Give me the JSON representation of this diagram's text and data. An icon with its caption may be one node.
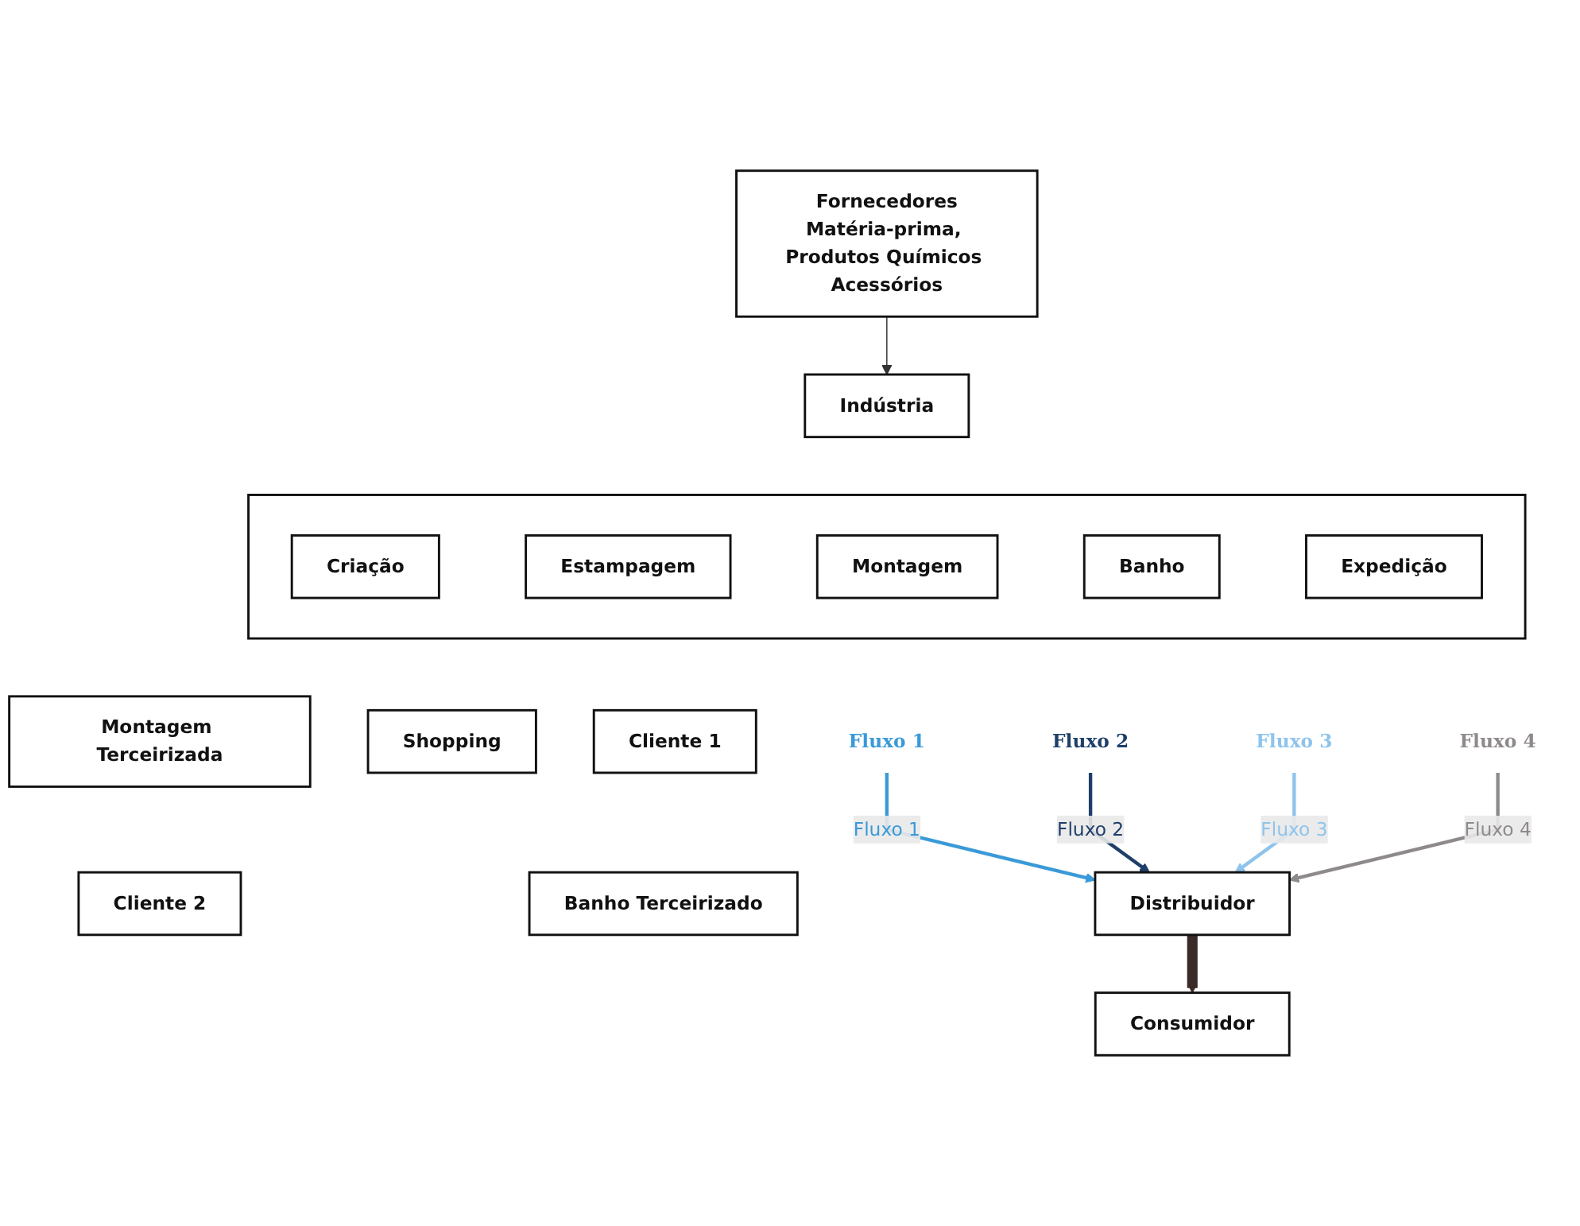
{
  "diagram": {
    "nodes": [
      {
        "text": [
          "Fornecedores",
          "Matéria-prima, Produtos Químicos Acessórios"
        ]
      },
      {
        "text": [
          "Indústria"
        ]
      },
      {
        "text": [],
        "shape": "box"
      },
      {
        "text": [
          "Criação"
        ],
        "in": 2
      },
      {
        "text": [
          "Estampagem"
        ],
        "in": 2
      },
      {
        "text": [
          "Montagem"
        ],
        "in": 2
      },
      {
        "text": [
          "Banho"
        ],
        "in": 2
      },
      {
        "text": [
          "Expedição"
        ],
        "in": 2
      },
      {
        "text": [
          "Fluxo 1"
        ]
      },
      {
        "text": [
          "Fluxo 2"
        ]
      },
      {
        "text": [
          "Fluxo 3"
        ]
      },
      {
        "text": [
          "Fluxo 4"
        ]
      },
      {
        "text": [
          "Cliente 1"
        ]
      },
      {
        "text": [
          "Montagem Terceirizada"
        ]
      },
      {
        "text": [
          "Shopping"
        ]
      },
      {
        "text": [
          "Cliente 2"
        ]
      },
      {
        "text": [
          "Banho Terceirizado"
        ]
      },
      {
        "text": [
          "Distribuidor"
        ]
      },
      {
        "text": [
          "Consumidor"
        ]
      }
    ],
    "edges": [
      {
        "from": 0,
        "to": 1,
        "arrow": "to"
      },
      {
        "from": 8,
        "to": 17,
        "arrow": "to",
        "label": "Fluxo 1",
        "color": "#3a9ad8"
      },
      {
        "from": 9,
        "to": 17,
        "arrow": "to",
        "label": "Fluxo 2",
        "color": "#1f3f6a"
      },
      {
        "from": 10,
        "to": 17,
        "arrow": "to",
        "label": "Fluxo 3",
        "color": "#8ec4ec"
      },
      {
        "from": 11,
        "to": 17,
        "arrow": "to",
        "label": "Fluxo 4",
        "color": "#8f8a8a"
      },
      {
        "from": 17,
        "to": 18,
        "arrow": "to",
        "style": "thick",
        "color": "#3a2a28"
      }
    ]
  }
}
